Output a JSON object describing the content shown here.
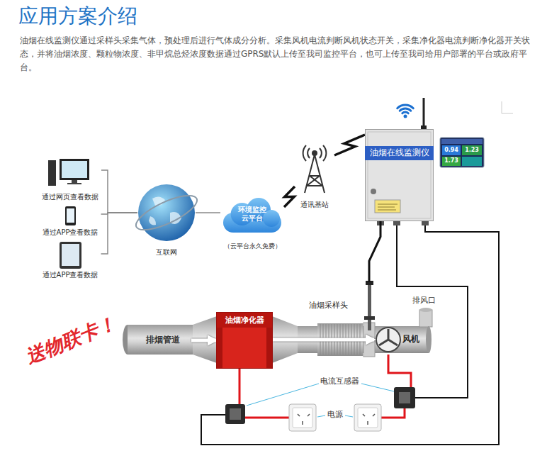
{
  "diagram": {
    "title": "应用方案介绍",
    "nodes": [
      {
        "text": [
          "通过网页查看数据"
        ]
      },
      {
        "text": [
          "通过APP查看数据"
        ]
      },
      {
        "text": [
          "通过APP查看数据"
        ]
      },
      {
        "text": [
          "互联网"
        ]
      },
      {
        "text": [
          "环境监控 云平台",
          "（云平台永久免费）"
        ]
      },
      {
        "text": [
          "通讯基站"
        ]
      },
      {
        "text": [
          "油烟在线监测仪"
        ]
      },
      {
        "text": [
          "油烟采样头"
        ]
      },
      {
        "text": [
          "排烟管道"
        ]
      },
      {
        "text": [
          "油烟净化器"
        ]
      },
      {
        "text": [
          "风机"
        ]
      }
    ],
    "edges": [
      {
        "from": 0,
        "to": 3,
        "arrow": "none"
      },
      {
        "from": 1,
        "to": 3,
        "arrow": "none"
      },
      {
        "from": 2,
        "to": 3,
        "arrow": "none"
      },
      {
        "from": 3,
        "to": 4,
        "arrow": "none"
      },
      {
        "from": 4,
        "to": 5,
        "arrow": "none"
      },
      {
        "from": 5,
        "to": 6,
        "arrow": "none"
      },
      {
        "from": 7,
        "to": 6,
        "arrow": "none"
      },
      {
        "from": 8,
        "to": 9,
        "arrow": "to"
      },
      {
        "from": 9,
        "to": 10,
        "arrow": "to"
      }
    ],
    "labels": [
      "油烟在线监测仪通过采样头采集气体，预处理后进行气体成分分析。采集风机电流判断风机状态开关，采集净化器电流判断净化器开关状态，并将油烟浓度、颗粒物浓度、非甲烷总烃浓度数据通过GPRS默认上传至我司监控平台，也可上传至我司给用户部署的平台或政府平台。",
      "送物联卡！",
      "排风口",
      "电流互感器",
      "电源",
      "0.94",
      "1.23",
      "1.73"
    ]
  }
}
